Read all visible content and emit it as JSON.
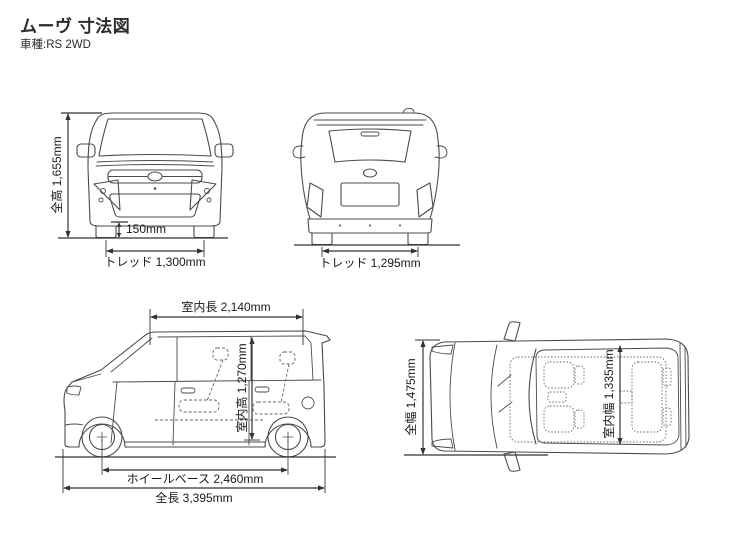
{
  "page": {
    "title": "ムーヴ 寸法図",
    "subtitle": "車種:RS 2WD"
  },
  "views": {
    "front": {
      "overall_height_label": "全高 1,655mm",
      "ground_clearance_label": "150mm",
      "tread_label": "トレッド 1,300mm"
    },
    "rear": {
      "tread_label": "トレッド 1,295mm"
    },
    "side": {
      "interior_length_label": "室内長 2,140mm",
      "interior_height_label": "室内高 1,270mm",
      "wheelbase_label": "ホイールベース 2,460mm",
      "overall_length_label": "全長 3,395mm"
    },
    "top": {
      "overall_width_label": "全幅 1,475mm",
      "interior_width_label": "室内幅 1,335mm"
    }
  },
  "colors": {
    "line": "#4b4b4b",
    "dimension": "#333333",
    "text": "#1a1a1a",
    "background": "#ffffff"
  }
}
